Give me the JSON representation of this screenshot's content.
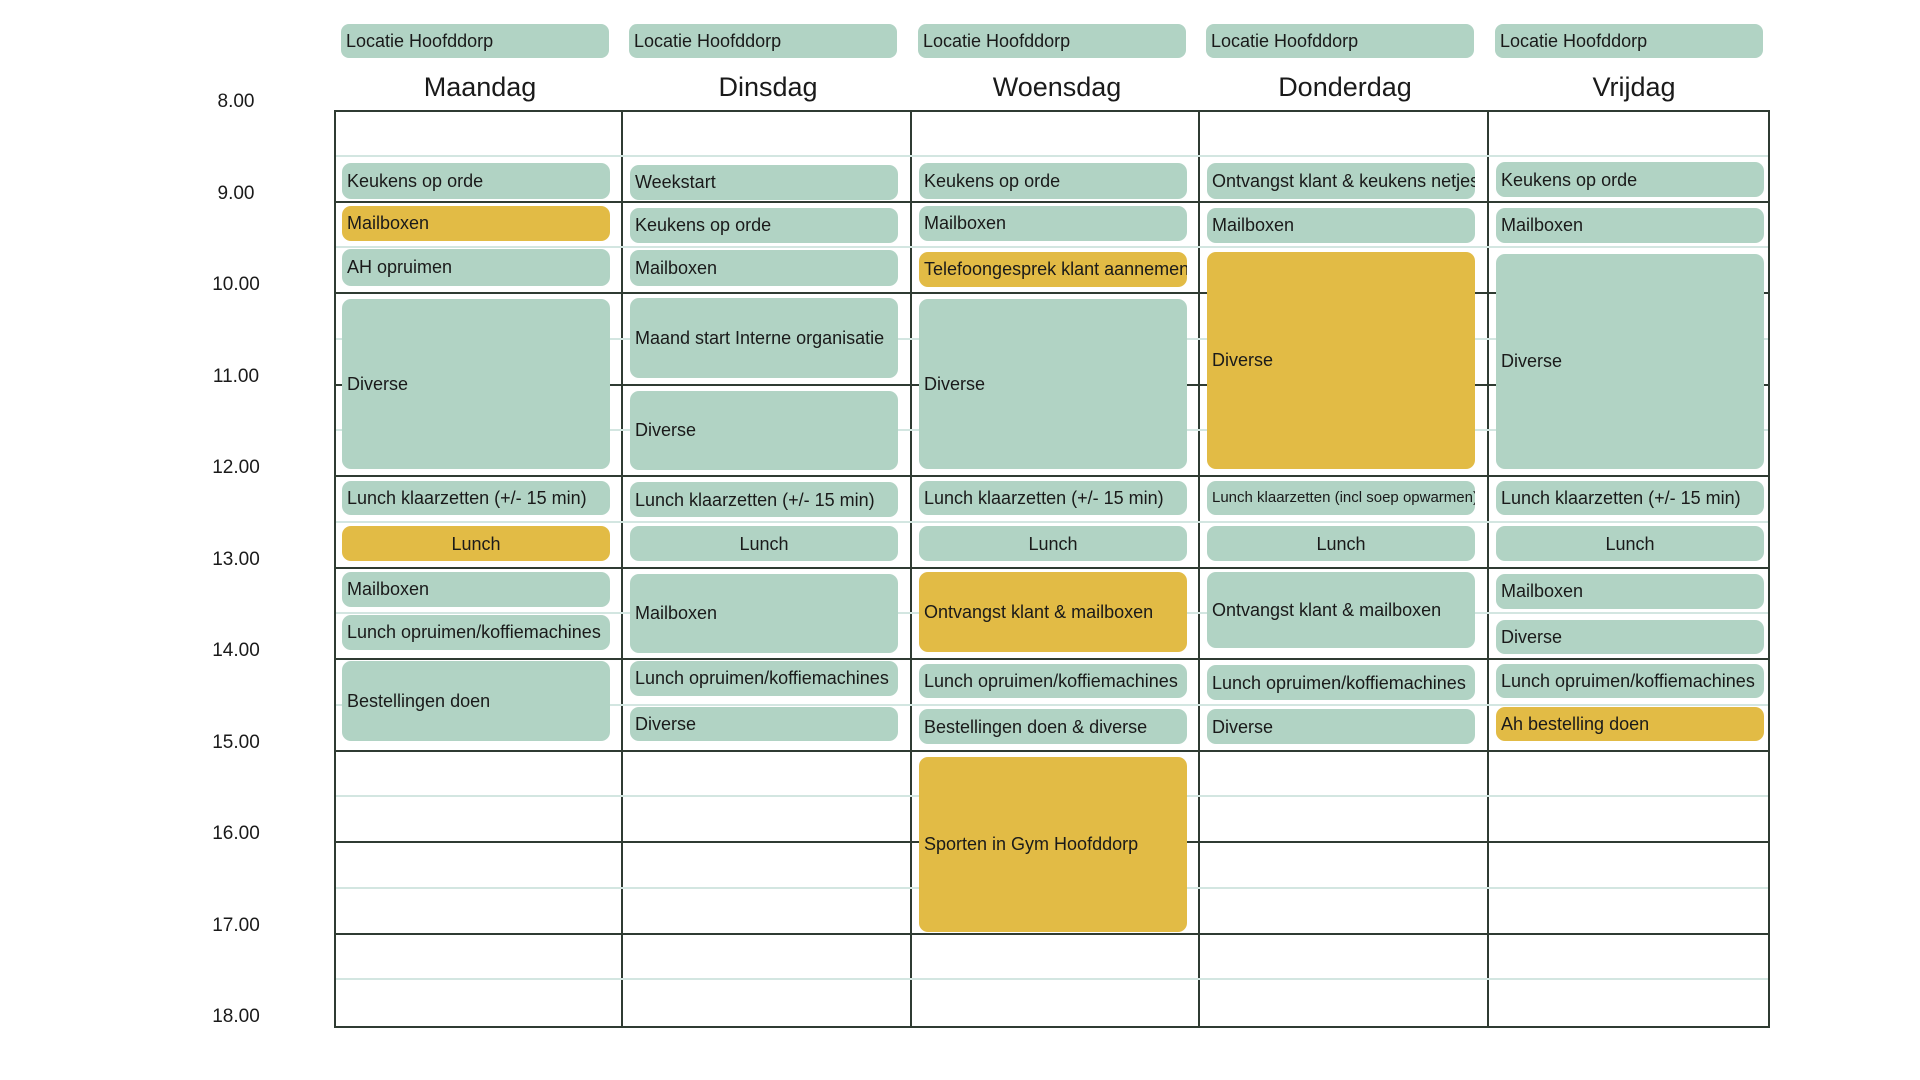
{
  "colors": {
    "green": "#b1d3c4",
    "yellow": "#e2bb45",
    "grid": "#2f3b32",
    "half_line": "#d3e6e1"
  },
  "times": [
    "8.00",
    "9.00",
    "10.00",
    "11.00",
    "12.00",
    "13.00",
    "14.00",
    "15.00",
    "16.00",
    "17.00",
    "18.00"
  ],
  "days": [
    {
      "location": "Locatie Hoofddorp",
      "name": "Maandag",
      "events": [
        {
          "label": "Keukens op orde",
          "start": 8.58,
          "end": 8.97,
          "color": "green"
        },
        {
          "label": "Mailboxen",
          "start": 9.05,
          "end": 9.43,
          "color": "yellow"
        },
        {
          "label": "AH opruimen",
          "start": 9.52,
          "end": 9.92,
          "color": "green"
        },
        {
          "label": "Diverse",
          "start": 10.07,
          "end": 11.92,
          "color": "green"
        },
        {
          "label": "Lunch klaarzetten (+/- 15 min)",
          "start": 12.05,
          "end": 12.43,
          "color": "green"
        },
        {
          "label": "Lunch",
          "start": 12.55,
          "end": 12.93,
          "color": "yellow",
          "align": "center"
        },
        {
          "label": "Mailboxen",
          "start": 13.05,
          "end": 13.43,
          "color": "green"
        },
        {
          "label": "Lunch opruimen/koffiemachines",
          "start": 13.52,
          "end": 13.9,
          "color": "green"
        },
        {
          "label": "Bestellingen doen",
          "start": 14.02,
          "end": 14.9,
          "color": "green"
        }
      ]
    },
    {
      "location": "Locatie Hoofddorp",
      "name": "Dinsdag",
      "events": [
        {
          "label": "Weekstart",
          "start": 8.6,
          "end": 8.98,
          "color": "green"
        },
        {
          "label": "Keukens op orde",
          "start": 9.07,
          "end": 9.45,
          "color": "green"
        },
        {
          "label": "Mailboxen",
          "start": 9.53,
          "end": 9.92,
          "color": "green"
        },
        {
          "label": "Maand start Interne organisatie",
          "start": 10.05,
          "end": 10.93,
          "color": "green"
        },
        {
          "label": "Diverse",
          "start": 11.07,
          "end": 11.93,
          "color": "green"
        },
        {
          "label": "Lunch klaarzetten (+/- 15 min)",
          "start": 12.07,
          "end": 12.45,
          "color": "green"
        },
        {
          "label": "Lunch",
          "start": 12.55,
          "end": 12.93,
          "color": "green",
          "align": "center"
        },
        {
          "label": "Mailboxen",
          "start": 13.07,
          "end": 13.93,
          "color": "green"
        },
        {
          "label": "Lunch opruimen/koffiemachines",
          "start": 14.02,
          "end": 14.4,
          "color": "green"
        },
        {
          "label": "Diverse",
          "start": 14.52,
          "end": 14.9,
          "color": "green"
        }
      ]
    },
    {
      "location": "Locatie Hoofddorp",
      "name": "Woensdag",
      "events": [
        {
          "label": "Keukens op orde",
          "start": 8.58,
          "end": 8.97,
          "color": "green"
        },
        {
          "label": "Mailboxen",
          "start": 9.05,
          "end": 9.43,
          "color": "green"
        },
        {
          "label": "Telefoongesprek klant aannemen",
          "start": 9.55,
          "end": 9.93,
          "color": "yellow"
        },
        {
          "label": "Diverse",
          "start": 10.07,
          "end": 11.92,
          "color": "green"
        },
        {
          "label": "Lunch klaarzetten (+/- 15 min)",
          "start": 12.05,
          "end": 12.43,
          "color": "green"
        },
        {
          "label": "Lunch",
          "start": 12.55,
          "end": 12.93,
          "color": "green",
          "align": "center"
        },
        {
          "label": "Ontvangst klant & mailboxen",
          "start": 13.05,
          "end": 13.92,
          "color": "yellow"
        },
        {
          "label": "Lunch opruimen/koffiemachines",
          "start": 14.05,
          "end": 14.43,
          "color": "green"
        },
        {
          "label": "Bestellingen doen & diverse",
          "start": 14.55,
          "end": 14.93,
          "color": "green"
        },
        {
          "label": "Sporten in Gym Hoofddorp",
          "start": 15.07,
          "end": 16.98,
          "color": "yellow"
        }
      ]
    },
    {
      "location": "Locatie Hoofddorp",
      "name": "Donderdag",
      "events": [
        {
          "label": "Ontvangst klant & keukens netjes",
          "start": 8.58,
          "end": 8.97,
          "color": "green"
        },
        {
          "label": "Mailboxen",
          "start": 9.07,
          "end": 9.45,
          "color": "green"
        },
        {
          "label": "Diverse",
          "start": 9.55,
          "end": 11.92,
          "color": "yellow"
        },
        {
          "label": "Lunch klaarzetten (incl soep opwarmen)",
          "start": 12.05,
          "end": 12.43,
          "color": "green",
          "size": "small"
        },
        {
          "label": "Lunch",
          "start": 12.55,
          "end": 12.93,
          "color": "green",
          "align": "center"
        },
        {
          "label": "Ontvangst klant & mailboxen",
          "start": 13.05,
          "end": 13.88,
          "color": "green"
        },
        {
          "label": "Lunch opruimen/koffiemachines",
          "start": 14.07,
          "end": 14.45,
          "color": "green"
        },
        {
          "label": "Diverse",
          "start": 14.55,
          "end": 14.93,
          "color": "green"
        }
      ]
    },
    {
      "location": "Locatie Hoofddorp",
      "name": "Vrijdag",
      "events": [
        {
          "label": "Keukens op orde",
          "start": 8.57,
          "end": 8.95,
          "color": "green"
        },
        {
          "label": "Mailboxen",
          "start": 9.07,
          "end": 9.45,
          "color": "green"
        },
        {
          "label": "Diverse",
          "start": 9.57,
          "end": 11.92,
          "color": "green"
        },
        {
          "label": "Lunch klaarzetten (+/- 15 min)",
          "start": 12.05,
          "end": 12.43,
          "color": "green"
        },
        {
          "label": "Lunch",
          "start": 12.55,
          "end": 12.93,
          "color": "green",
          "align": "center"
        },
        {
          "label": "Mailboxen",
          "start": 13.07,
          "end": 13.45,
          "color": "green"
        },
        {
          "label": "Diverse",
          "start": 13.57,
          "end": 13.95,
          "color": "green"
        },
        {
          "label": "Lunch opruimen/koffiemachines",
          "start": 14.05,
          "end": 14.43,
          "color": "green"
        },
        {
          "label": "Ah bestelling doen",
          "start": 14.52,
          "end": 14.9,
          "color": "yellow"
        }
      ]
    }
  ]
}
